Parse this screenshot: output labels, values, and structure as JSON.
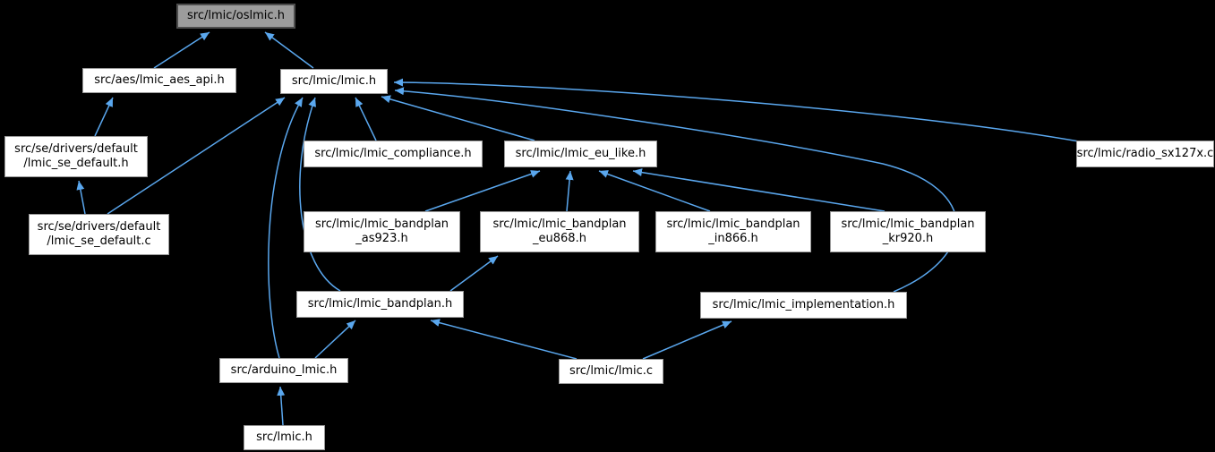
{
  "diagram": {
    "type": "dependency-graph",
    "background_color": "#000000",
    "edge_color": "#5aa7ee",
    "node_fill": "#ffffff",
    "node_border": "#9a9a9a",
    "root_node_fill": "#9c9c9c",
    "root_node_border": "#4d4d4d",
    "text_color": "#000000",
    "nodes": [
      {
        "id": "oslmic_h",
        "label": "src/lmic/oslmic.h",
        "role": "root"
      },
      {
        "id": "lmic_aes_api_h",
        "label": "src/aes/lmic_aes_api.h",
        "role": "node"
      },
      {
        "id": "lmic_h",
        "label": "src/lmic/lmic.h",
        "role": "node"
      },
      {
        "id": "lmic_se_default_h",
        "label": "src/se/drivers/default\n/lmic_se_default.h",
        "role": "node"
      },
      {
        "id": "lmic_compliance_h",
        "label": "src/lmic/lmic_compliance.h",
        "role": "node"
      },
      {
        "id": "lmic_eu_like_h",
        "label": "src/lmic/lmic_eu_like.h",
        "role": "node"
      },
      {
        "id": "radio_sx127x_c",
        "label": "src/lmic/radio_sx127x.c",
        "role": "node"
      },
      {
        "id": "lmic_se_default_c",
        "label": "src/se/drivers/default\n/lmic_se_default.c",
        "role": "node"
      },
      {
        "id": "bandplan_as923_h",
        "label": "src/lmic/lmic_bandplan\n_as923.h",
        "role": "node"
      },
      {
        "id": "bandplan_eu868_h",
        "label": "src/lmic/lmic_bandplan\n_eu868.h",
        "role": "node"
      },
      {
        "id": "bandplan_in866_h",
        "label": "src/lmic/lmic_bandplan\n_in866.h",
        "role": "node"
      },
      {
        "id": "bandplan_kr920_h",
        "label": "src/lmic/lmic_bandplan\n_kr920.h",
        "role": "node"
      },
      {
        "id": "lmic_bandplan_h",
        "label": "src/lmic/lmic_bandplan.h",
        "role": "node"
      },
      {
        "id": "lmic_implementation_h",
        "label": "src/lmic/lmic_implementation.h",
        "role": "node"
      },
      {
        "id": "arduino_lmic_h",
        "label": "src/arduino_lmic.h",
        "role": "node"
      },
      {
        "id": "lmic_c",
        "label": "src/lmic/lmic.c",
        "role": "node"
      },
      {
        "id": "src_lmic_h",
        "label": "src/lmic.h",
        "role": "node"
      }
    ],
    "edges": [
      {
        "from": "lmic_aes_api_h",
        "to": "oslmic_h"
      },
      {
        "from": "lmic_h",
        "to": "oslmic_h"
      },
      {
        "from": "lmic_se_default_h",
        "to": "lmic_aes_api_h"
      },
      {
        "from": "lmic_se_default_c",
        "to": "lmic_se_default_h"
      },
      {
        "from": "lmic_se_default_c",
        "to": "lmic_h"
      },
      {
        "from": "lmic_compliance_h",
        "to": "lmic_h"
      },
      {
        "from": "lmic_eu_like_h",
        "to": "lmic_h"
      },
      {
        "from": "radio_sx127x_c",
        "to": "lmic_h"
      },
      {
        "from": "lmic_implementation_h",
        "to": "lmic_h"
      },
      {
        "from": "arduino_lmic_h",
        "to": "lmic_h"
      },
      {
        "from": "lmic_bandplan_h",
        "to": "lmic_h"
      },
      {
        "from": "bandplan_as923_h",
        "to": "lmic_eu_like_h"
      },
      {
        "from": "bandplan_eu868_h",
        "to": "lmic_eu_like_h"
      },
      {
        "from": "bandplan_in866_h",
        "to": "lmic_eu_like_h"
      },
      {
        "from": "bandplan_kr920_h",
        "to": "lmic_eu_like_h"
      },
      {
        "from": "lmic_bandplan_h",
        "to": "bandplan_eu868_h"
      },
      {
        "from": "arduino_lmic_h",
        "to": "lmic_bandplan_h"
      },
      {
        "from": "lmic_c",
        "to": "lmic_bandplan_h"
      },
      {
        "from": "lmic_c",
        "to": "lmic_implementation_h"
      },
      {
        "from": "src_lmic_h",
        "to": "arduino_lmic_h"
      }
    ]
  }
}
